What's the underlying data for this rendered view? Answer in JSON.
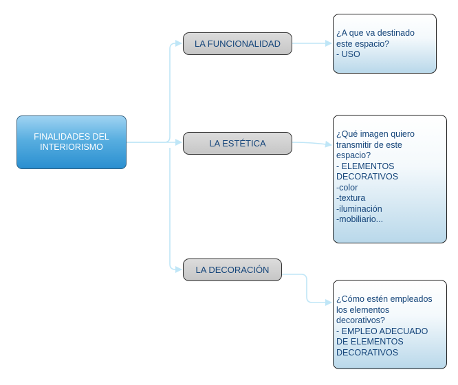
{
  "root": {
    "label": "FINALIDADES DEL\nINTERIORISMO"
  },
  "branches": [
    {
      "label": "LA FUNCIONALIDAD"
    },
    {
      "label": "LA ESTÉTICA"
    },
    {
      "label": "LA DECORACIÓN"
    }
  ],
  "details": [
    {
      "text": "¿A que va destinado\neste espacio?\n- USO"
    },
    {
      "text": "¿Qué imagen quiero\ntransmitir de este\nespacio?\n- ELEMENTOS\nDECORATIVOS\n            -color\n            -textura\n            -iluminación\n            -mobiliario..."
    },
    {
      "text": "¿Cómo estén empleados\nlos elementos\ndecorativos?\n- EMPLEO ADECUADO\nDE ELEMENTOS\nDECORATIVOS"
    }
  ],
  "colors": {
    "connector": "#bfe6f7",
    "root_fill": "#2a8fd0",
    "branch_fill": "#c6c6c6",
    "text": "#15457a"
  }
}
